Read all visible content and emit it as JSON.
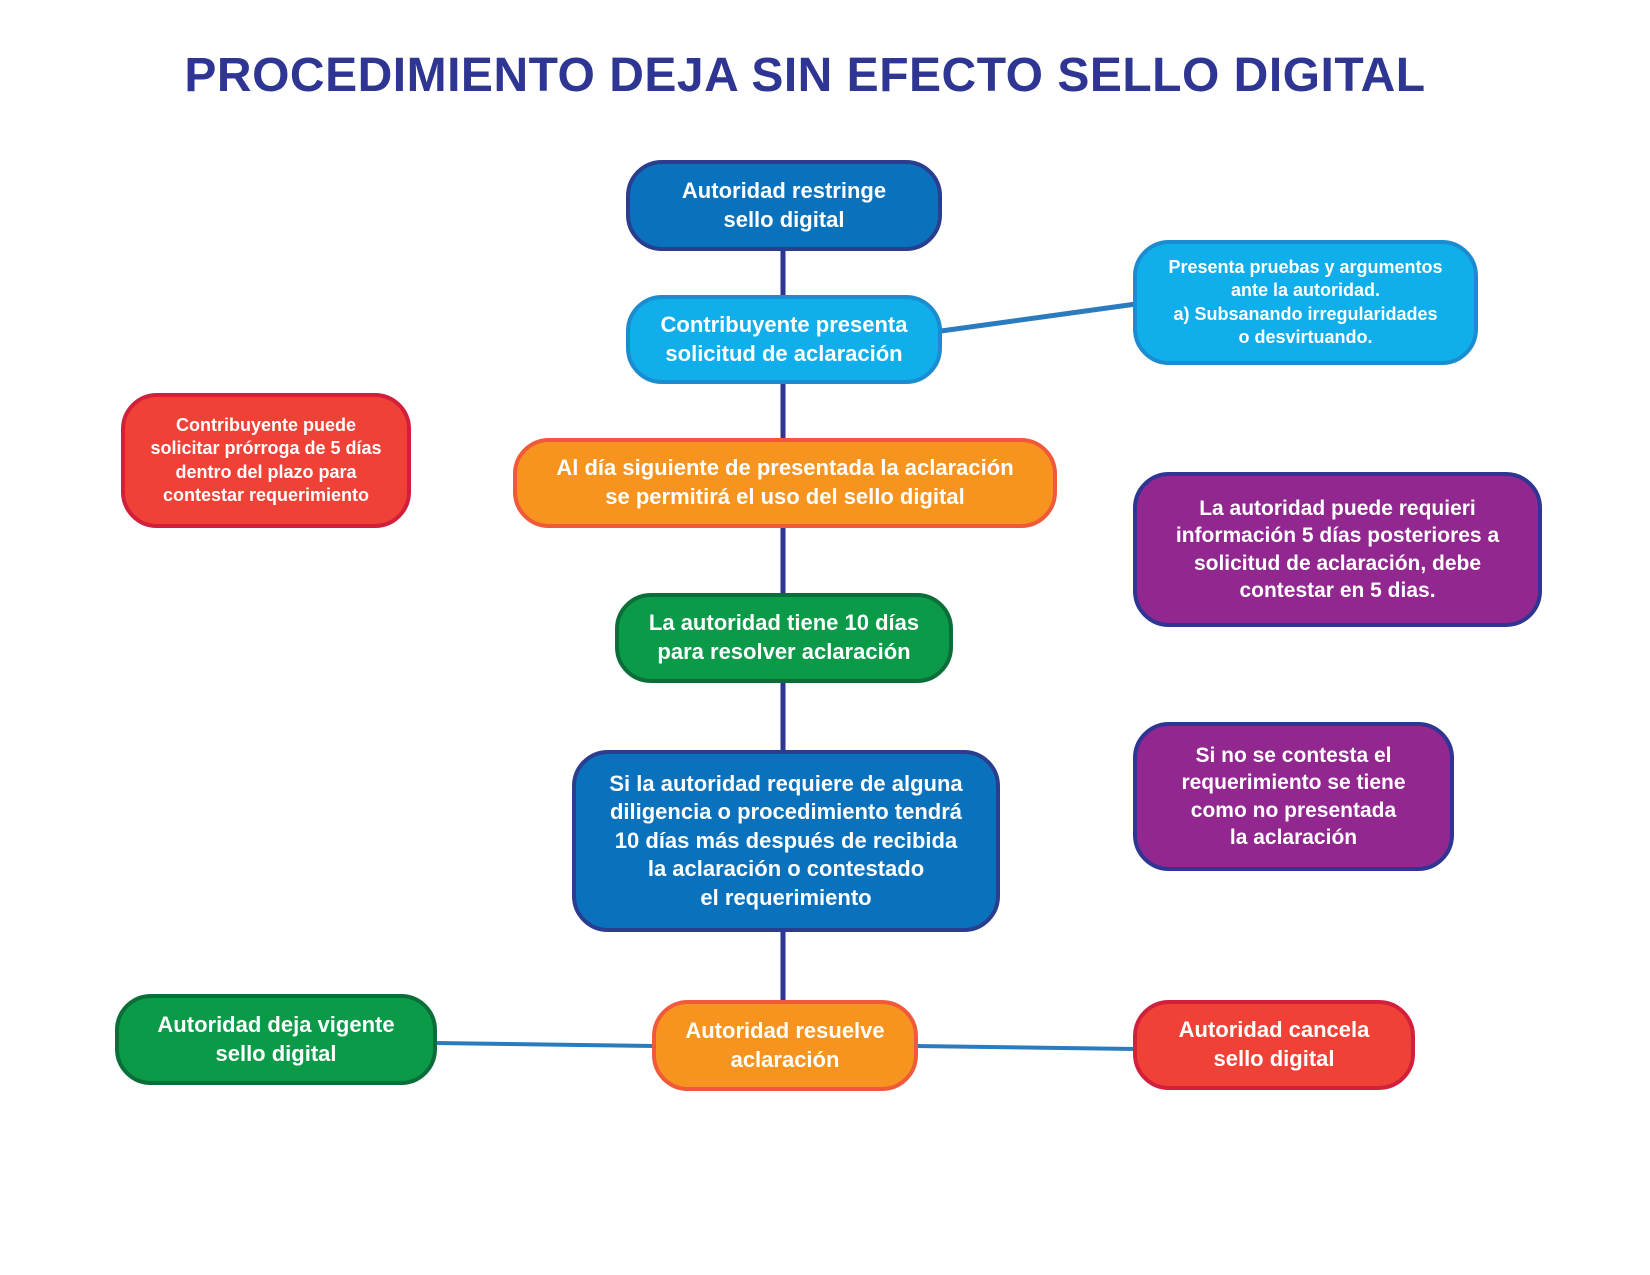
{
  "title": "PROCEDIMIENTO DEJA SIN EFECTO SELLO DIGITAL",
  "colors": {
    "title": "#2e3592",
    "blue": "#0a72bc",
    "cyan": "#10aeea",
    "orange": "#f7941f",
    "green": "#0a9a48",
    "red": "#ef4136",
    "purple": "#92278f",
    "connector_main": "#2e3592",
    "connector_side": "#2b7bbf"
  },
  "nodes": {
    "n1": "Autoridad restringe\nsello digital",
    "n2": "Contribuyente presenta\nsolicitud de aclaración",
    "n3": "Al día siguiente de presentada la aclaración\nse permitirá el uso del sello digital",
    "n4": "La autoridad tiene 10 días\npara resolver aclaración",
    "n5": "Si la autoridad requiere de alguna\ndiligencia o procedimiento tendrá\n10 días más después de recibida\nla aclaración o contestado\nel requerimiento",
    "n6": "Autoridad resuelve\naclaración",
    "side_pruebas": "Presenta pruebas y argumentos\nante la autoridad.\na) Subsanando irregularidades\no desvirtuando.",
    "side_prorroga": "Contribuyente puede\nsolicitar prórroga de 5 días\ndentro del plazo para\ncontestar requerimiento",
    "side_requiere": "La autoridad puede requieri\ninformación 5 días posteriores a\nsolicitud de aclaración, debe\ncontestar en 5 dias.",
    "side_no_contesta": "Si no se contesta el\nrequerimiento se tiene\ncomo no presentada\nla aclaración",
    "outcome_vigente": "Autoridad deja vigente\nsello digital",
    "outcome_cancela": "Autoridad cancela\nsello digital"
  }
}
